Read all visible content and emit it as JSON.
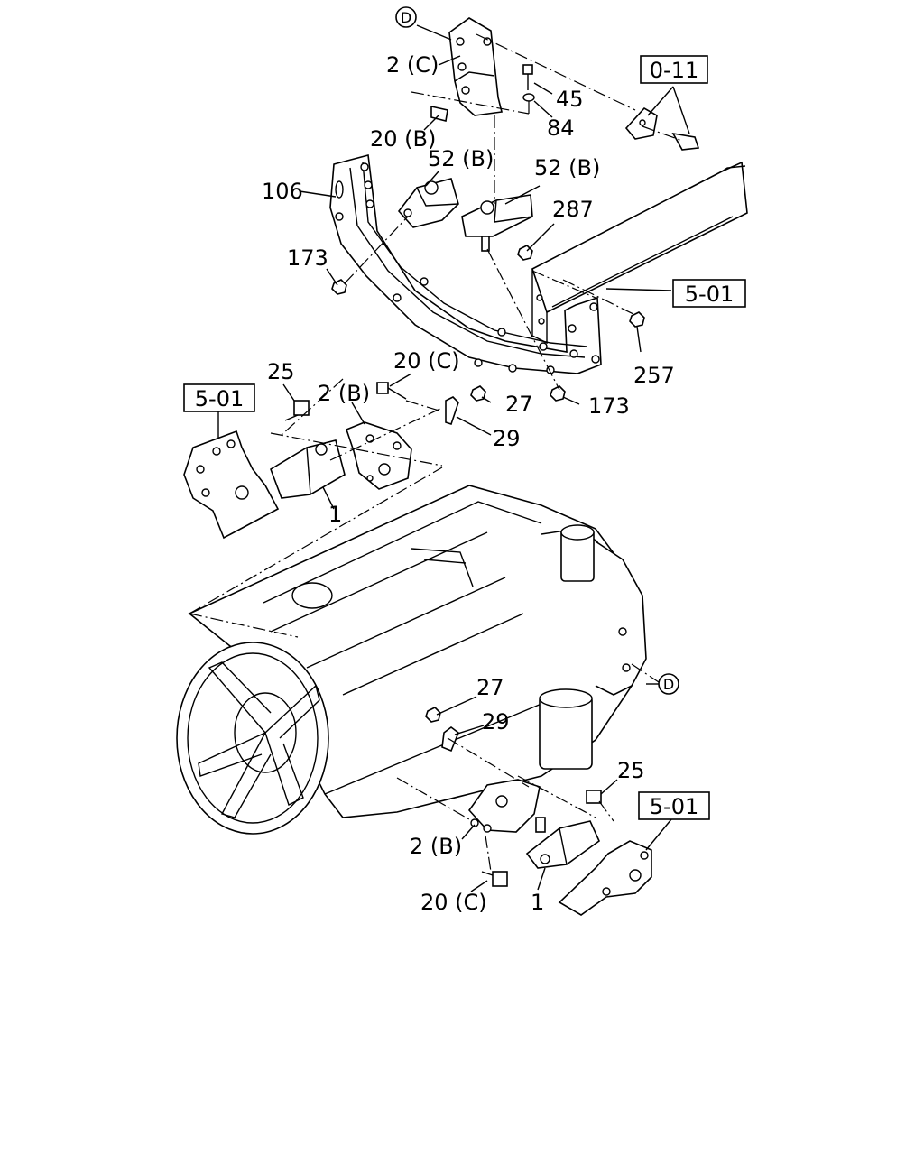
{
  "callouts": {
    "d_top": "D",
    "d_right": "D",
    "p2c_top": "2 (C)",
    "p45": "45",
    "p84": "84",
    "p20b": "20 (B)",
    "p52b_left": "52 (B)",
    "p52b_right": "52 (B)",
    "p106": "106",
    "p287": "287",
    "p173_left": "173",
    "p173_right": "173",
    "p257": "257",
    "p25_upper": "25",
    "p20c_upper": "20 (C)",
    "p2b_upper": "2 (B)",
    "p27_upper": "27",
    "p29_upper": "29",
    "p1_upper": "1",
    "p27_lower": "27",
    "p29_lower": "29",
    "p25_lower": "25",
    "p2b_lower": "2 (B)",
    "p20c_lower": "20 (C)",
    "p1_lower": "1"
  },
  "references": {
    "ref_0_11": "0-11",
    "ref_5_01_right": "5-01",
    "ref_5_01_left": "5-01",
    "ref_5_01_lower": "5-01"
  }
}
